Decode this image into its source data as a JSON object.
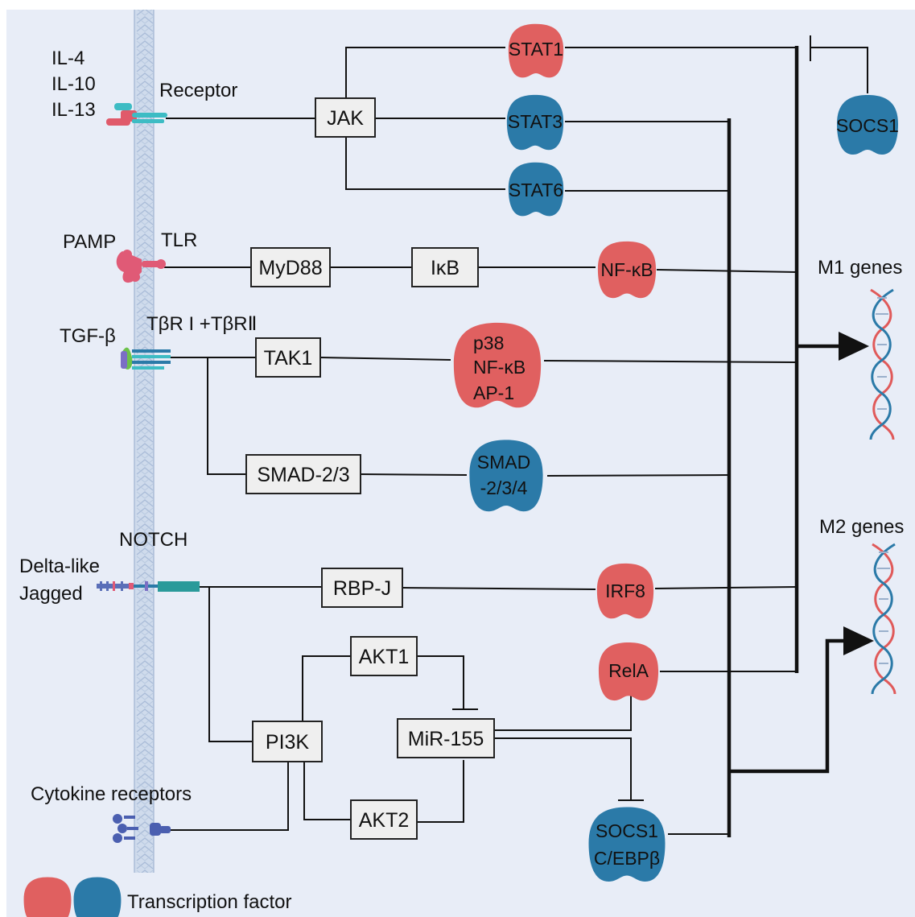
{
  "colors": {
    "m1_tf": "#e06060",
    "m2_tf": "#2b7aa8",
    "background": "#e8edf7",
    "membrane": "#c9d6ea"
  },
  "ligands": {
    "il4": "IL-4",
    "il10": "IL-10",
    "il13": "IL-13",
    "pamp": "PAMP",
    "tgfb": "TGF-β",
    "delta_like": "Delta-like",
    "jagged": "Jagged"
  },
  "receptors": {
    "receptor": "Receptor",
    "tlr": "TLR",
    "tbr": "TβR I +TβRⅡ",
    "notch": "NOTCH",
    "cytokine_receptors": "Cytokine receptors"
  },
  "boxes": {
    "jak": "JAK",
    "myd88": "MyD88",
    "ikb": "IκB",
    "tak1": "TAK1",
    "smad23": "SMAD-2/3",
    "rbpj": "RBP-J",
    "akt1": "AKT1",
    "pi3k": "PI3K",
    "mir155": "MiR-155",
    "akt2": "AKT2"
  },
  "transcription_factors": {
    "stat1": "STAT1",
    "stat3": "STAT3",
    "stat6": "STAT6",
    "socs1_top": "SOCS1",
    "nfkb": "NF-κB",
    "p38": "p38",
    "p38_nfkb": "NF-κB",
    "ap1": "AP-1",
    "smad_l1": "SMAD",
    "smad_l2": "-2/3/4",
    "irf8": "IRF8",
    "rela": "RelA",
    "socs1_bottom": "SOCS1",
    "cebpb": "C/EBPβ"
  },
  "genes": {
    "m1": "M1 genes",
    "m2": "M2 genes"
  },
  "legend": {
    "label": "Transcription factor"
  }
}
